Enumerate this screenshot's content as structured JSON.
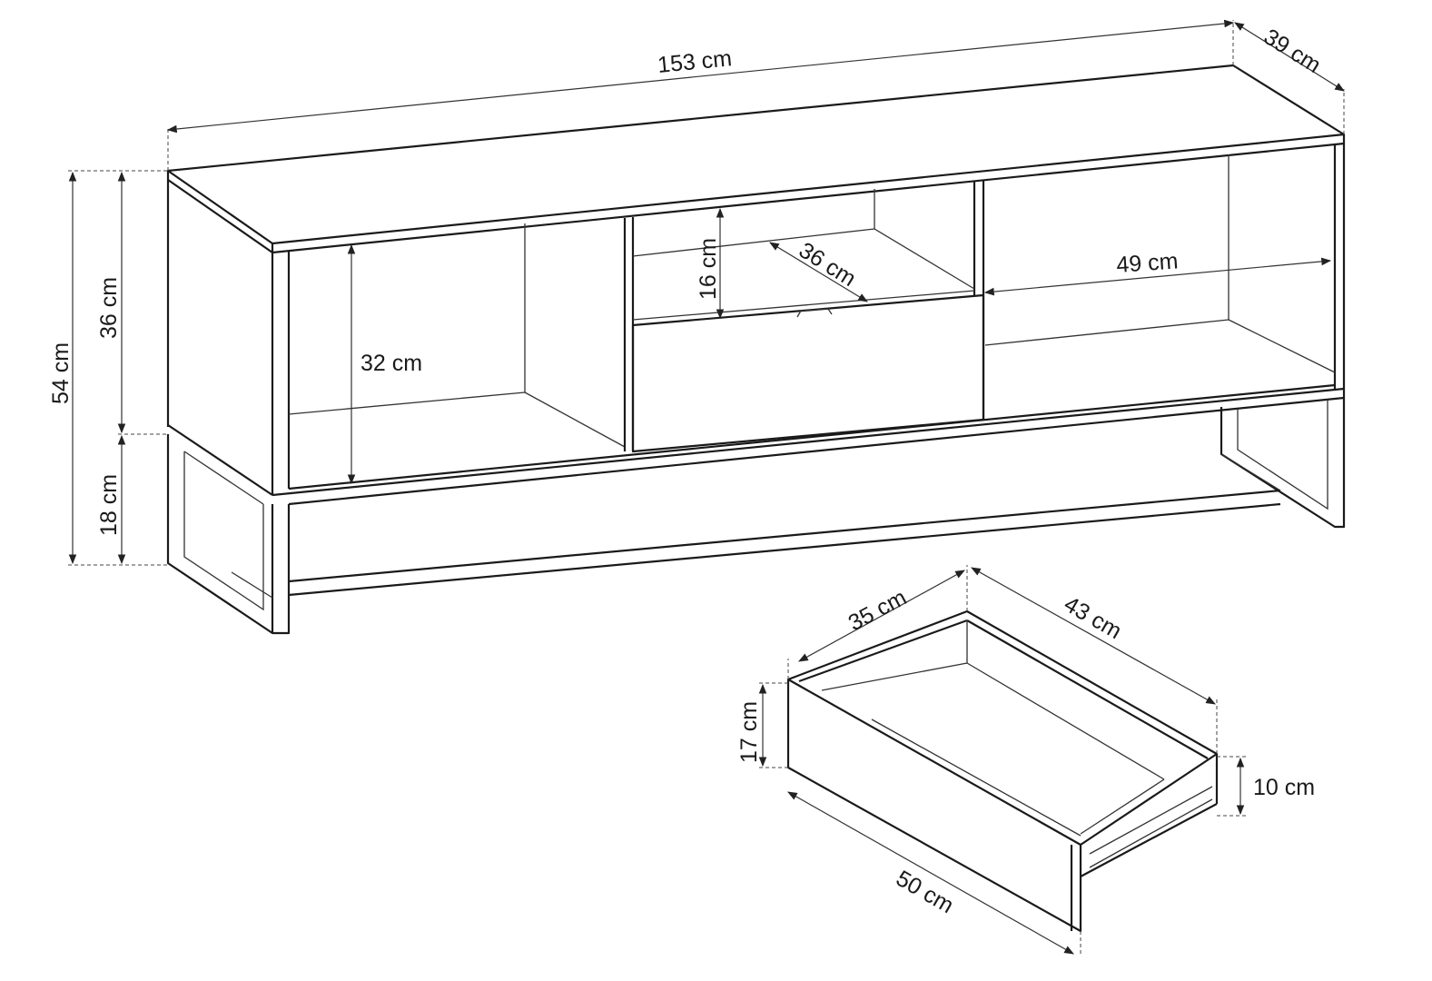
{
  "cabinet": {
    "width_label": "153 cm",
    "depth_label": "39 cm",
    "total_height_label": "54 cm",
    "body_height_label": "36 cm",
    "leg_height_label": "18 cm",
    "open_shelf_height_label": "32 cm",
    "niche_height_label": "16 cm",
    "niche_depth_label": "36 cm",
    "right_compartment_width_label": "49 cm"
  },
  "drawer": {
    "inner_width_label": "35 cm",
    "depth_label": "43 cm",
    "front_height_label": "17 cm",
    "side_height_label": "10 cm",
    "front_width_label": "50 cm"
  }
}
